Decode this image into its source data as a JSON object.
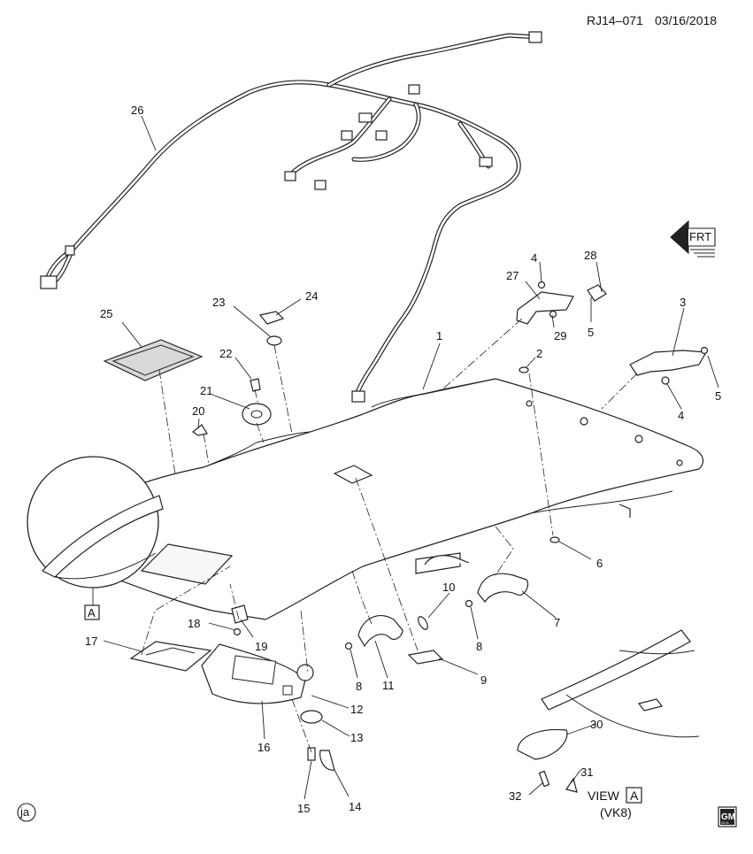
{
  "header": {
    "ref": "RJ14–071",
    "date": "03/16/2018"
  },
  "front_indicator": {
    "label": "FRT"
  },
  "callouts": [
    "1",
    "2",
    "3",
    "4",
    "4",
    "5",
    "5",
    "6",
    "7",
    "8",
    "8",
    "9",
    "10",
    "11",
    "12",
    "13",
    "14",
    "15",
    "16",
    "17",
    "18",
    "19",
    "20",
    "21",
    "22",
    "23",
    "24",
    "25",
    "26",
    "27",
    "28",
    "29",
    "30",
    "31",
    "32"
  ],
  "detail_ref": "A",
  "view": {
    "word": "VIEW",
    "ref": "A",
    "code": "(VK8)"
  },
  "footer": {
    "artist": "ja",
    "logo": "GM",
    "logo_sub": "GCA"
  }
}
